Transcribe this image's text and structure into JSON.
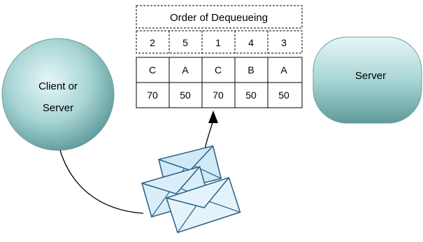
{
  "client_node": {
    "line1": "Client or",
    "line2": "Server"
  },
  "server_node": {
    "label": "Server"
  },
  "queue_table": {
    "header": "Order of Dequeueing",
    "order_row": [
      "2",
      "5",
      "1",
      "4",
      "3"
    ],
    "sender_row": [
      "C",
      "A",
      "C",
      "B",
      "A"
    ],
    "priority_row": [
      "70",
      "50",
      "70",
      "50",
      "50"
    ]
  },
  "colors": {
    "node_fill": "#99cccc",
    "node_shade": "#5f9b9b",
    "envelope_fill": "#cfe9f7",
    "envelope_stroke": "#2a5d83",
    "line": "#000000"
  }
}
